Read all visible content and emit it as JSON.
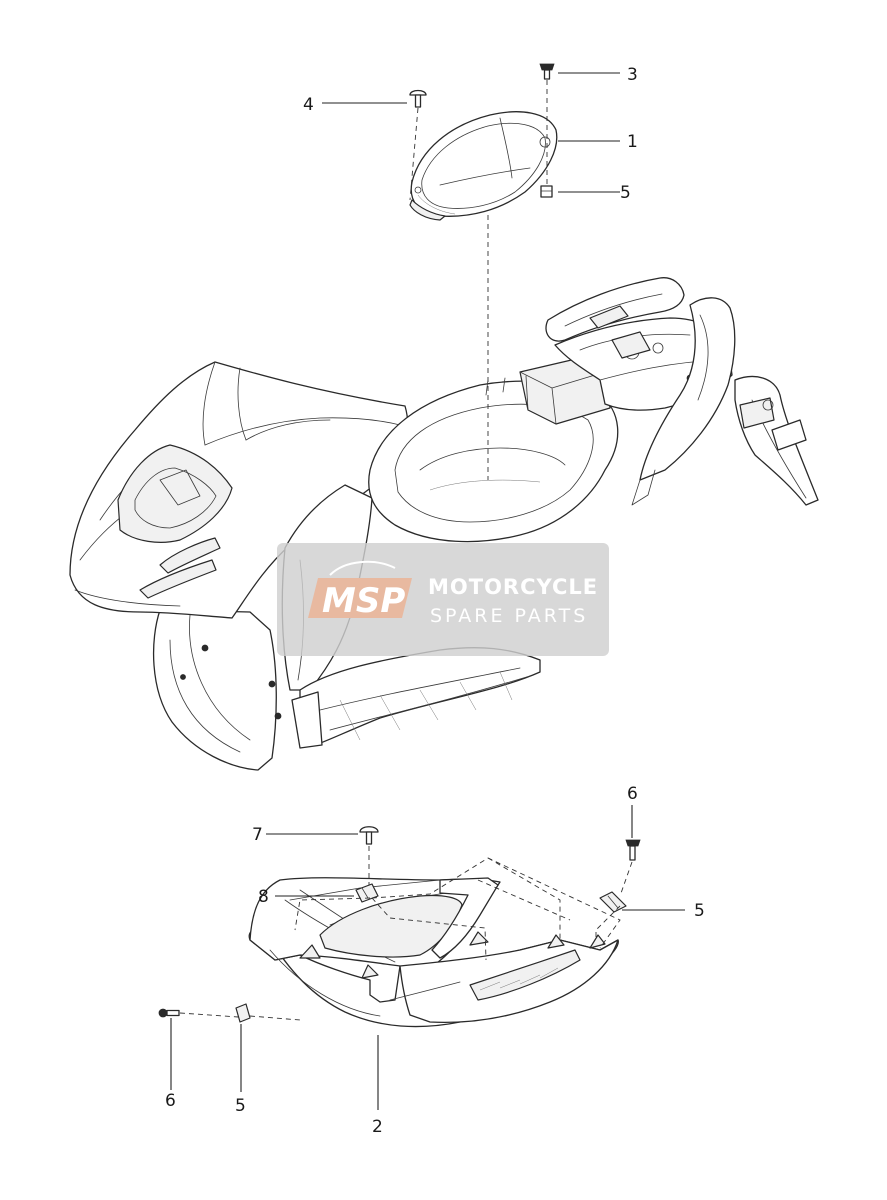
{
  "watermark": {
    "logo_text": "MSP",
    "line1": "MOTORCYCLE",
    "line2": "SPARE PARTS",
    "bg_color": "#cfcfcf",
    "logo_color": "#e8b9a0",
    "text_color": "#ffffff"
  },
  "callouts": [
    {
      "id": "c1",
      "label": "1"
    },
    {
      "id": "c2",
      "label": "2"
    },
    {
      "id": "c3",
      "label": "3"
    },
    {
      "id": "c4",
      "label": "4"
    },
    {
      "id": "c5a",
      "label": "5"
    },
    {
      "id": "c5b",
      "label": "5"
    },
    {
      "id": "c5c",
      "label": "5"
    },
    {
      "id": "c6a",
      "label": "6"
    },
    {
      "id": "c6b",
      "label": "6"
    },
    {
      "id": "c7",
      "label": "7"
    },
    {
      "id": "c8",
      "label": "8"
    }
  ]
}
